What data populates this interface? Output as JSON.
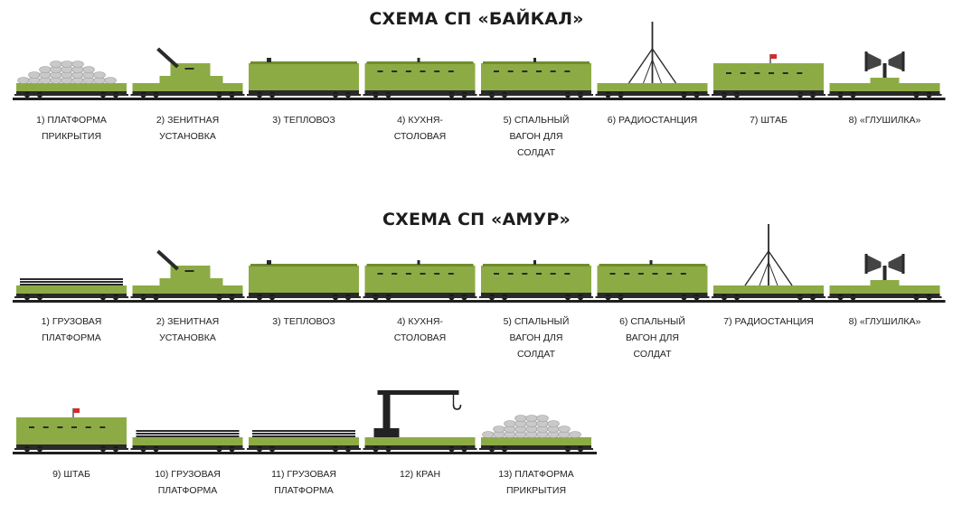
{
  "schemes": [
    {
      "title": "СХЕМА СП «БАЙКАЛ»",
      "cars": [
        {
          "type": "cover-platform",
          "label": [
            "1) ПЛАТФОРМА",
            "ПРИКРЫТИЯ"
          ]
        },
        {
          "type": "aa-gun",
          "label": [
            "2) ЗЕНИТНАЯ",
            "УСТАНОВКА"
          ]
        },
        {
          "type": "locomotive",
          "label": [
            "3) ТЕПЛОВОЗ"
          ]
        },
        {
          "type": "wagon",
          "label": [
            "4) КУХНЯ-",
            "СТОЛОВАЯ"
          ]
        },
        {
          "type": "wagon",
          "label": [
            "5) СПАЛЬНЫЙ",
            "ВАГОН ДЛЯ",
            "СОЛДАТ"
          ]
        },
        {
          "type": "radio",
          "label": [
            "6) РАДИОСТАНЦИЯ"
          ]
        },
        {
          "type": "hq",
          "label": [
            "7) ШТАБ"
          ]
        },
        {
          "type": "jammer",
          "label": [
            "8) «ГЛУШИЛКА»"
          ]
        }
      ]
    },
    {
      "title": "СХЕМА СП «АМУР»",
      "cars": [
        {
          "type": "cargo-platform",
          "label": [
            "1) ГРУЗОВАЯ",
            "ПЛАТФОРМА"
          ]
        },
        {
          "type": "aa-gun",
          "label": [
            "2) ЗЕНИТНАЯ",
            "УСТАНОВКА"
          ]
        },
        {
          "type": "locomotive",
          "label": [
            "3) ТЕПЛОВОЗ"
          ]
        },
        {
          "type": "wagon",
          "label": [
            "4) КУХНЯ-",
            "СТОЛОВАЯ"
          ]
        },
        {
          "type": "wagon",
          "label": [
            "5) СПАЛЬНЫЙ",
            "ВАГОН ДЛЯ",
            "СОЛДАТ"
          ]
        },
        {
          "type": "wagon",
          "label": [
            "6) СПАЛЬНЫЙ",
            "ВАГОН ДЛЯ",
            "СОЛДАТ"
          ]
        },
        {
          "type": "radio",
          "label": [
            "7) РАДИОСТАНЦИЯ"
          ]
        },
        {
          "type": "jammer",
          "label": [
            "8) «ГЛУШИЛКА»"
          ]
        },
        {
          "type": "hq",
          "label": [
            "9) ШТАБ"
          ]
        },
        {
          "type": "cargo-platform",
          "label": [
            "10) ГРУЗОВАЯ",
            "ПЛАТФОРМА"
          ]
        },
        {
          "type": "cargo-platform",
          "label": [
            "11) ГРУЗОВАЯ",
            "ПЛАТФОРМА"
          ]
        },
        {
          "type": "crane",
          "label": [
            "12) КРАН"
          ]
        },
        {
          "type": "cover-platform",
          "label": [
            "13) ПЛАТФОРМА",
            "ПРИКРЫТИЯ"
          ]
        }
      ]
    }
  ],
  "colors": {
    "body": "#8dab45",
    "body_dark": "#6f8c2f",
    "wheels": "#1a1a1a",
    "frame": "#2a2a2a",
    "flag": "#d22b2b",
    "sandbags": "#c9c9c9"
  }
}
